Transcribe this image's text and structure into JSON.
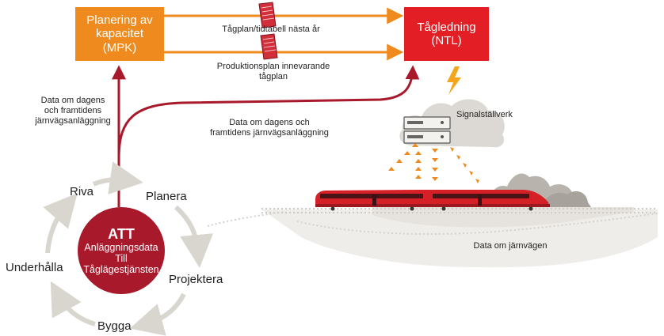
{
  "boxes": {
    "mpk": {
      "line1": "Planering av",
      "line2": "kapacitet",
      "line3": "(MPK)"
    },
    "ntl": {
      "line1": "Tågledning",
      "line2": "(NTL)"
    }
  },
  "flows": {
    "tagplan": "Tågplan/tidtabell nästa år",
    "produktion_line1": "Produktionsplan innevarande",
    "produktion_line2": "tågplan",
    "data_left_line1": "Data om dagens",
    "data_left_line2": "och framtidens",
    "data_left_line3": "järnvägsanläggning",
    "data_mid_line1": "Data om dagens och",
    "data_mid_line2": "framtidens järnvägsanläggning"
  },
  "scene": {
    "signal_label": "Signalställverk",
    "railway_label": "Data om järnvägen"
  },
  "cycle": {
    "stages": {
      "riva": "Riva",
      "planera": "Planera",
      "projektera": "Projektera",
      "bygga": "Bygga",
      "underhalla": "Underhålla"
    },
    "center": {
      "title": "ATT",
      "line1": "Anläggningsdata",
      "line2": "Till",
      "line3": "Tåglägestjänsten"
    }
  },
  "colors": {
    "orange": "#ee8a1e",
    "red": "#e31e24",
    "maroon": "#a8192c",
    "grey": "#d9d5cf"
  }
}
